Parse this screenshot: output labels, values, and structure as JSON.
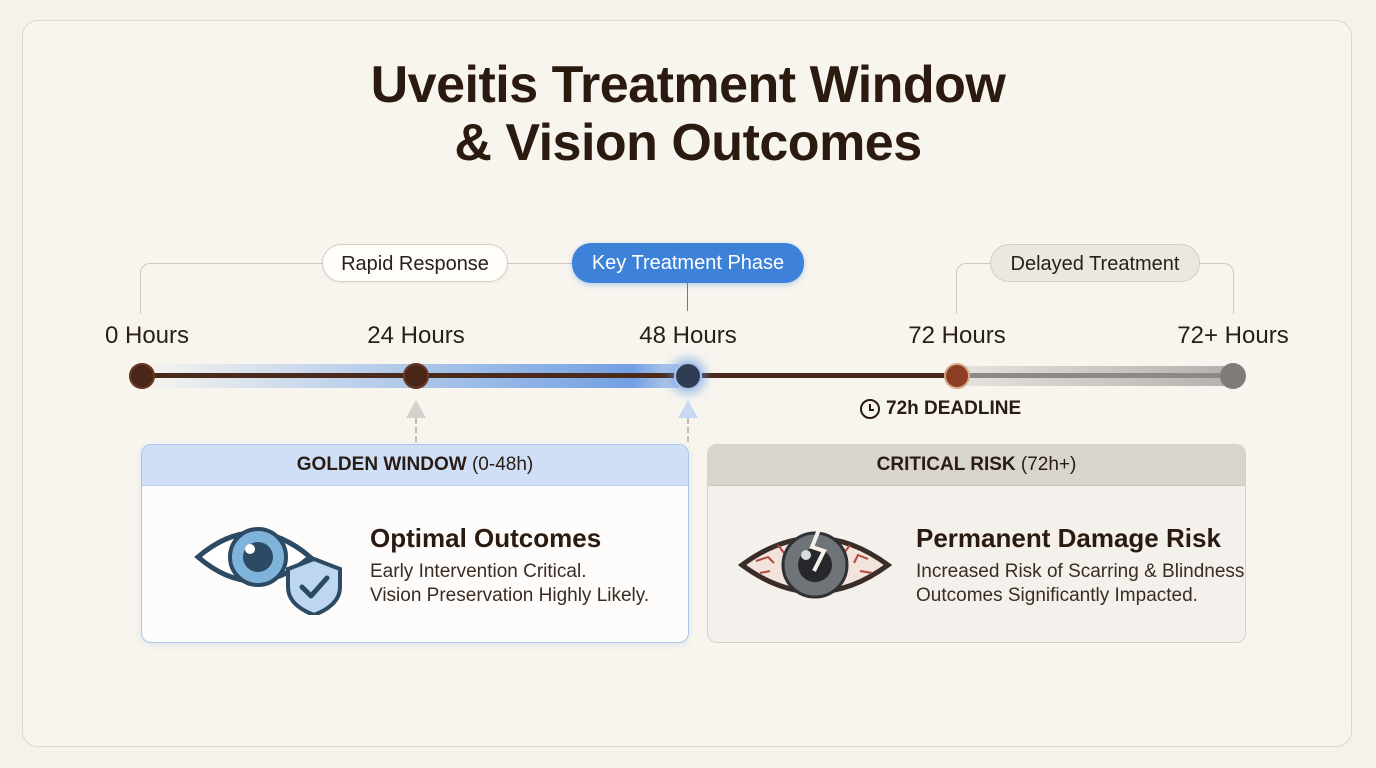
{
  "title": {
    "line1": "Uveitis Treatment Window",
    "line2": "& Vision Outcomes"
  },
  "phases": {
    "rapid": "Rapid Response",
    "key": "Key Treatment Phase",
    "delayed": "Delayed Treatment"
  },
  "hours": [
    "0 Hours",
    "24 Hours",
    "48 Hours",
    "72 Hours",
    "72+ Hours"
  ],
  "deadline": {
    "label": "72h DEADLINE",
    "icon": "clock-icon"
  },
  "cards": {
    "golden": {
      "header_bold": "GOLDEN WINDOW",
      "header_rest": " (0-48h)",
      "title": "Optimal Outcomes",
      "line1": "Early Intervention Critical.",
      "line2": "Vision Preservation Highly Likely.",
      "icon": "eye-shield-check-icon"
    },
    "critical": {
      "header_bold": "CRITICAL RISK",
      "header_rest": " (72h+)",
      "title": "Permanent Damage Risk",
      "line1": "Increased Risk of Scarring & Blindness.",
      "line2": "Outcomes Significantly Impacted.",
      "icon": "damaged-eye-icon"
    }
  },
  "colors": {
    "accent_blue": "#3d82d8",
    "timeline_brown": "#4a2a1c",
    "late_gray": "#8d8a86",
    "text_dark": "#2b1a10"
  }
}
